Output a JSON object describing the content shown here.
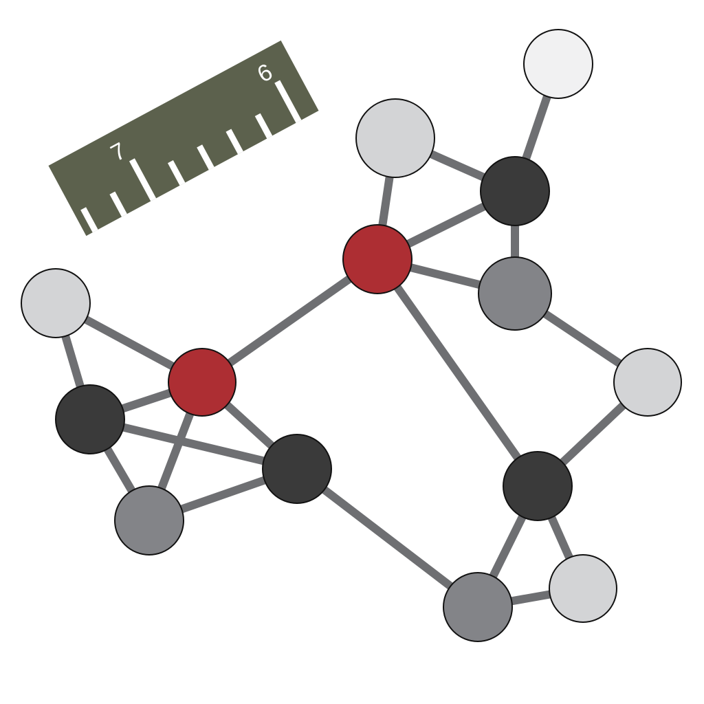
{
  "colors": {
    "background": "#ffffff",
    "bond": "#6e6f72",
    "outline": "#111111",
    "ruler": "#5c614d",
    "ruler_mark": "#ffffff",
    "palette": {
      "red": "#ad2e33",
      "dark": "#3a3a3a",
      "mid": "#838488",
      "light": "#d3d4d6",
      "pale": "#f1f1f2"
    }
  },
  "ruler": {
    "labels": [
      "6",
      "7"
    ]
  },
  "atoms": [
    {
      "id": "a1",
      "color": "pale"
    },
    {
      "id": "a2",
      "color": "light"
    },
    {
      "id": "a3",
      "color": "dark"
    },
    {
      "id": "a4",
      "color": "red"
    },
    {
      "id": "a5",
      "color": "mid"
    },
    {
      "id": "a6",
      "color": "light"
    },
    {
      "id": "a7",
      "color": "light"
    },
    {
      "id": "a8",
      "color": "red"
    },
    {
      "id": "a9",
      "color": "dark"
    },
    {
      "id": "a10",
      "color": "dark"
    },
    {
      "id": "a11",
      "color": "mid"
    },
    {
      "id": "a12",
      "color": "dark"
    },
    {
      "id": "a13",
      "color": "mid"
    },
    {
      "id": "a14",
      "color": "light"
    }
  ],
  "bonds": [
    [
      "a1",
      "a3"
    ],
    [
      "a2",
      "a3"
    ],
    [
      "a2",
      "a4"
    ],
    [
      "a3",
      "a4"
    ],
    [
      "a3",
      "a5"
    ],
    [
      "a4",
      "a5"
    ],
    [
      "a5",
      "a6"
    ],
    [
      "a4",
      "a8"
    ],
    [
      "a4",
      "a12"
    ],
    [
      "a6",
      "a12"
    ],
    [
      "a7",
      "a8"
    ],
    [
      "a7",
      "a9"
    ],
    [
      "a8",
      "a9"
    ],
    [
      "a8",
      "a10"
    ],
    [
      "a8",
      "a11"
    ],
    [
      "a9",
      "a10"
    ],
    [
      "a9",
      "a11"
    ],
    [
      "a10",
      "a11"
    ],
    [
      "a10",
      "a13"
    ],
    [
      "a12",
      "a13"
    ],
    [
      "a12",
      "a14"
    ],
    [
      "a13",
      "a14"
    ]
  ]
}
